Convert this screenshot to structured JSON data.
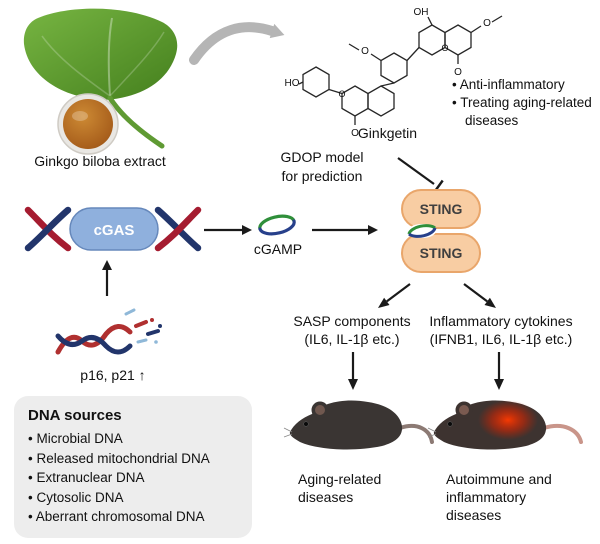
{
  "labels": {
    "ginkgo_extract": "Ginkgo biloba extract",
    "ginkgetin": "Ginkgetin",
    "gdop_line1": "GDOP model",
    "gdop_line2": "for prediction",
    "cgas": "cGAS",
    "cgamp": "cGAMP",
    "sting_top": "STING",
    "sting_bottom": "STING",
    "p16_p21": "p16, p21 ↑",
    "sasp_line1": "SASP components",
    "sasp_line2": "(IL6, IL-1β etc.)",
    "cytokines_line1": "Inflammatory cytokines",
    "cytokines_line2": "(IFNB1, IL6, IL-1β etc.)",
    "aging_line1": "Aging-related",
    "aging_line2": "diseases",
    "autoimmune_line1": "Autoimmune and",
    "autoimmune_line2": "inflammatory",
    "autoimmune_line3": "diseases"
  },
  "benefits": {
    "item1": "• Anti-inflammatory",
    "item2": "• Treating aging-related",
    "item2_cont": "diseases"
  },
  "dna_sources_box": {
    "title": "DNA sources",
    "items": [
      "• Microbial DNA",
      "• Released mitochondrial DNA",
      "• Extranuclear DNA",
      "• Cytosolic DNA",
      "• Aberrant chromosomal DNA"
    ]
  },
  "structure_atoms": {
    "ho_left": "HO",
    "o_ring_left": "O",
    "o_carbonyl_left": "O",
    "oh_top": "OH",
    "o_ring_right": "O",
    "o_carbonyl_right": "O",
    "o_methoxy_right": "O",
    "o_methoxy_mid": "O"
  },
  "colors": {
    "leaf_green": "#5f9a33",
    "extract_brown": "#a85f1c",
    "cgas_fill": "#8fb0dd",
    "sting_fill": "#f8cda3",
    "sting_stroke": "#e9a66b",
    "dna_red": "#a51c30",
    "dna_navy": "#22356b",
    "cgamp_green": "#2f8f3a",
    "arrow_black": "#1a1a1a",
    "arrow_gray": "#b5b5b5",
    "box_bg": "#ededed",
    "inflammation_red": "#e02800",
    "mouse_dark": "#3a3533"
  }
}
